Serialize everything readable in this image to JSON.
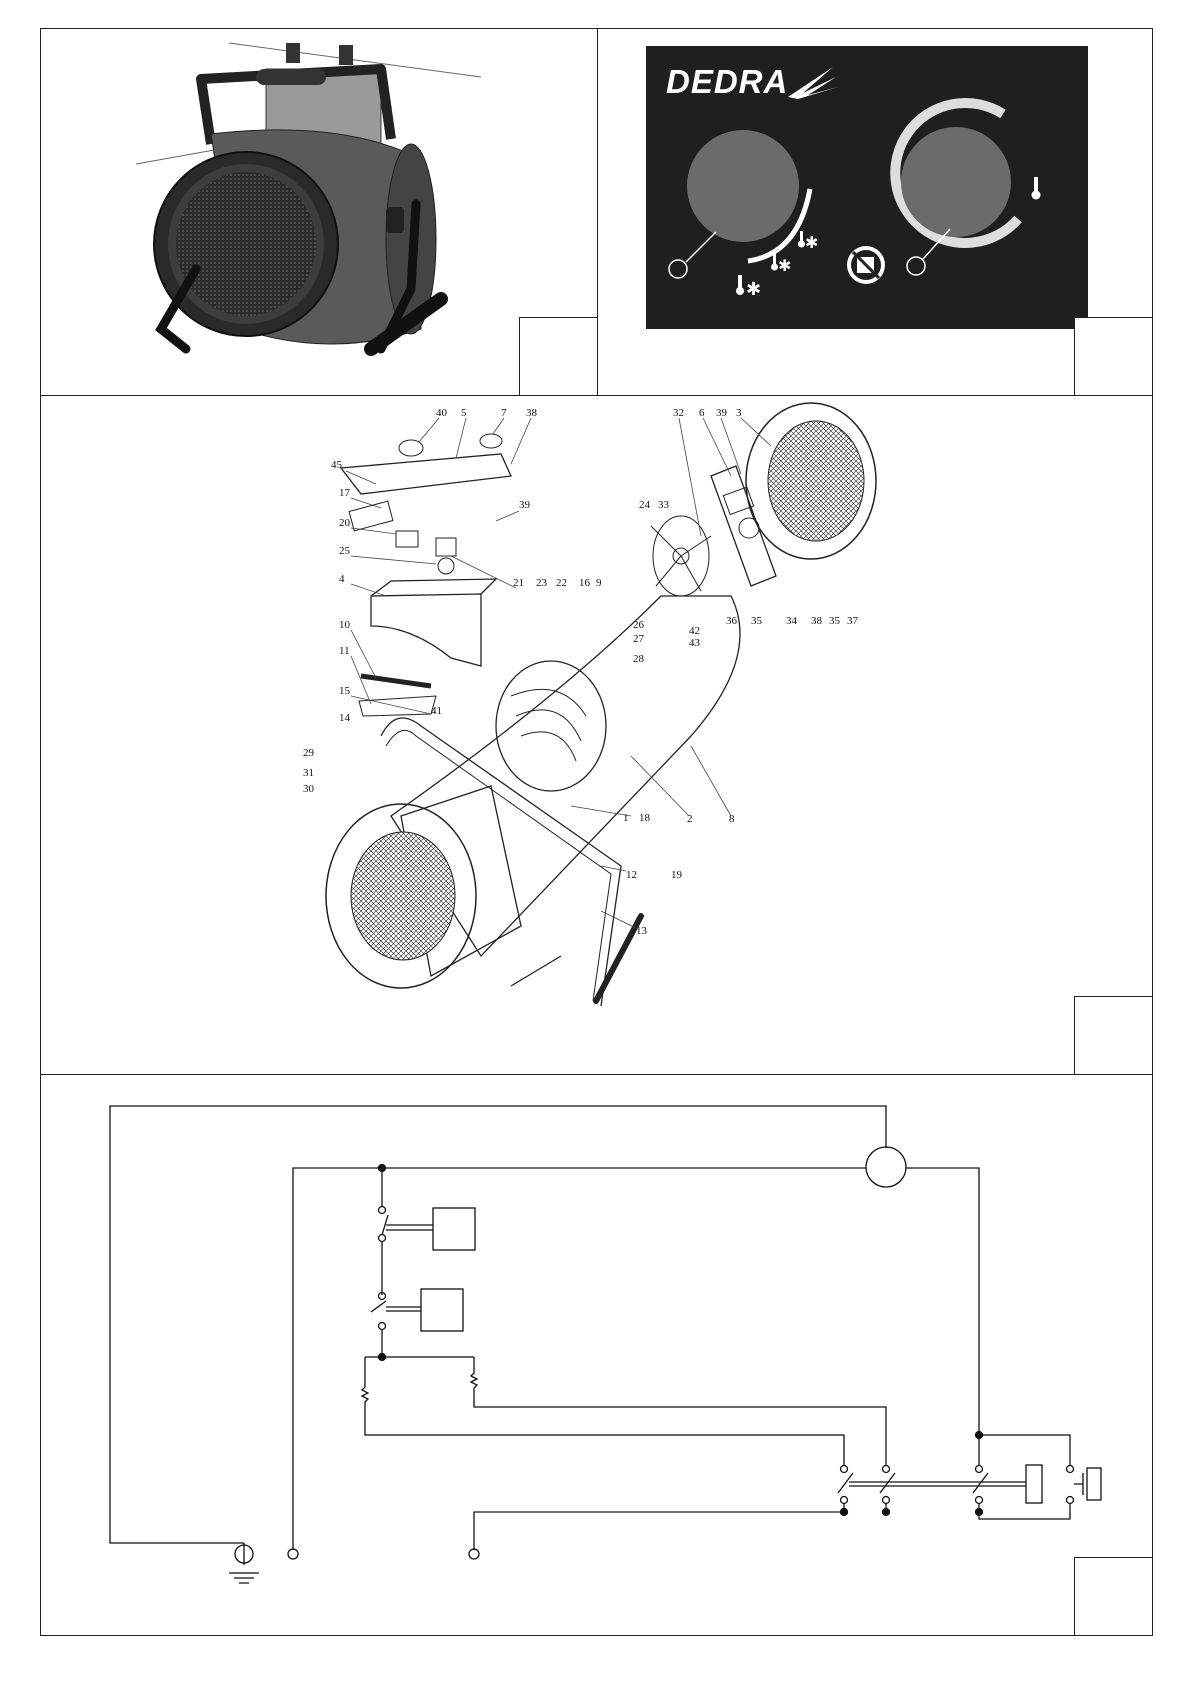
{
  "brand": {
    "name": "DEDRA"
  },
  "control_panel": {
    "background_color": "#1f1f1f",
    "knob_color": "#6b6b6b",
    "left_knob_icons": [
      "thermometer-fan-icon-low",
      "thermometer-fan-icon-high",
      "fan-icon"
    ],
    "right_knob_icon": "thermometer-icon",
    "center_icon": "no-cover-icon"
  },
  "exploded_view": {
    "part_labels": [
      "1",
      "2",
      "3",
      "4",
      "5",
      "6",
      "7",
      "8",
      "9",
      "10",
      "11",
      "12",
      "13",
      "14",
      "15",
      "16",
      "17",
      "18",
      "19",
      "20",
      "21",
      "22",
      "23",
      "24",
      "25",
      "26",
      "27",
      "28",
      "29",
      "30",
      "31",
      "32",
      "33",
      "34",
      "35",
      "36",
      "37",
      "38",
      "39",
      "40",
      "41",
      "42",
      "43",
      "45"
    ]
  },
  "labels": {
    "p40": "40",
    "p5": "5",
    "p7": "7",
    "p38a": "38",
    "p45": "45",
    "p17": "17",
    "p39a": "39",
    "p20": "20",
    "p25": "25",
    "p21": "21",
    "p4": "4",
    "p10": "10",
    "p11": "11",
    "p15": "15",
    "p41": "41",
    "p14": "14",
    "p29": "29",
    "p31": "31",
    "p30": "30",
    "p23": "23",
    "p22": "22",
    "p16": "16",
    "p9": "9",
    "p26": "26",
    "p27": "27",
    "p28": "28",
    "p24": "24",
    "p33": "33",
    "p42": "42",
    "p43": "43",
    "p32": "32",
    "p6": "6",
    "p39b": "39",
    "p3": "3",
    "p36": "36",
    "p35a": "35",
    "p34": "34",
    "p38b": "38",
    "p35b": "35",
    "p37": "37",
    "p1": "1",
    "p18": "18",
    "p2": "2",
    "p8": "8",
    "p12": "12",
    "p19": "19",
    "p13": "13"
  }
}
